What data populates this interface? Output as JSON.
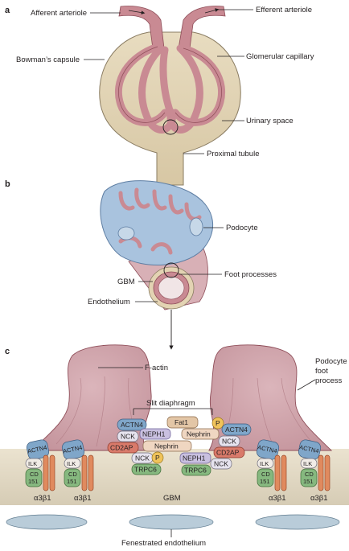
{
  "panels": {
    "a": "a",
    "b": "b",
    "c": "c"
  },
  "panel_a": {
    "afferent_arteriole": "Afferent arteriole",
    "efferent_arteriole": "Efferent arteriole",
    "bowmans_capsule": "Bowman’s capsule",
    "glomerular_capillary": "Glomerular capillary",
    "urinary_space": "Urinary space",
    "proximal_tubule": "Proximal tubule"
  },
  "panel_b": {
    "podocyte": "Podocyte",
    "foot_processes": "Foot processes",
    "gbm": "GBM",
    "endothelium": "Endothelium"
  },
  "panel_c": {
    "f_actin": "F-actin",
    "podocyte_foot_process": [
      "Podocyte",
      "foot",
      "process"
    ],
    "slit_diaphragm": "Slit diaphragm",
    "gbm": "GBM",
    "fenestrated_endothelium": "Fenestrated endothelium",
    "molecules": {
      "actn4_left": "ACTN4",
      "nck_left_top": "NCK",
      "neph1_left": "NEPH1",
      "fat1": "Fat1",
      "p_right_top": "P",
      "actn4_right": "ACTN4",
      "cd2ap_left": "CD2AP",
      "nephrin_top": "Nephrin",
      "nck_right_top": "NCK",
      "nephrin_mid": "Nephrin",
      "nck_left_bottom": "NCK",
      "p_left_bottom": "P",
      "neph1_right": "NEPH1",
      "cd2ap_right": "CD2AP",
      "trpc6_left": "TRPC6",
      "nck_right_bottom": "NCK",
      "trpc6_right": "TRPC6"
    },
    "integrin_left": {
      "actn4": "ACTN4",
      "ilk": "ILK",
      "cd151": [
        "CD",
        "151"
      ],
      "label": "α3β1"
    },
    "integrin_right": {
      "actn4": "ACTN4",
      "ilk": "ILK",
      "cd151": [
        "CD",
        "151"
      ],
      "label": "α3β1"
    }
  },
  "colors": {
    "vessel": "#c98a93",
    "capsule": "#e3d3b3",
    "podocyte_blue": "#a9c3de",
    "gbm_band": "#e6dcc7",
    "endothelium": "#b9ccd9"
  }
}
